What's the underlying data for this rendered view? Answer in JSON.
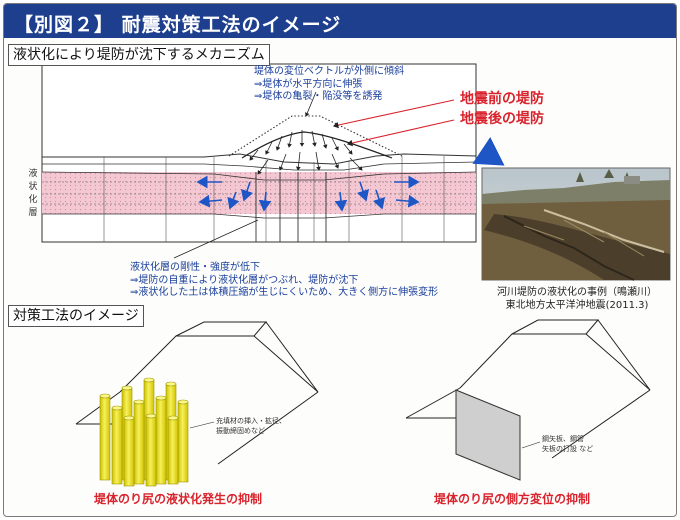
{
  "header": {
    "title": "【別図２】 耐震対策工法のイメージ"
  },
  "mechanism": {
    "section_title": "液状化により堤防が沈下するメカニズム",
    "side_label": [
      "液",
      "状",
      "化",
      "層"
    ],
    "top_note": [
      "堤体の変位ベクトルが外側に傾斜",
      "⇒堤体が水平方向に伸張",
      "⇒堤体の亀裂・陥没等を誘発"
    ],
    "legend_before": "地震前の堤防",
    "legend_after": "地震後の堤防",
    "bottom_note": [
      "液状化層の剛性・強度が低下",
      "⇒堤防の自重により液状化層がつぶれ、堤防が沈下",
      "⇒液状化した土は体積圧縮が生じにくいため、大きく側方に伸張変形"
    ]
  },
  "photo": {
    "caption_line1": "河川堤防の液状化の事例（鳴瀬川）",
    "caption_line2": "東北地方太平洋沖地震(2011.3)"
  },
  "measures": {
    "section_title": "対策工法のイメージ",
    "left_note": [
      "充填材の挿入・拡径、",
      "振動締固めなど"
    ],
    "right_note": [
      "鋼矢板、鋼管",
      "矢板の打設 など"
    ],
    "left_caption": "堤体のり尻の液状化発生の抑制",
    "right_caption": "堤体のり尻の側方変位の抑制"
  },
  "colors": {
    "header": "#1e3f8e",
    "accent_red": "#d9232d",
    "note_blue": "#1a3f9c",
    "liquefied_layer": "#f3c8d2",
    "column_yellow": "#f4ea0e"
  }
}
